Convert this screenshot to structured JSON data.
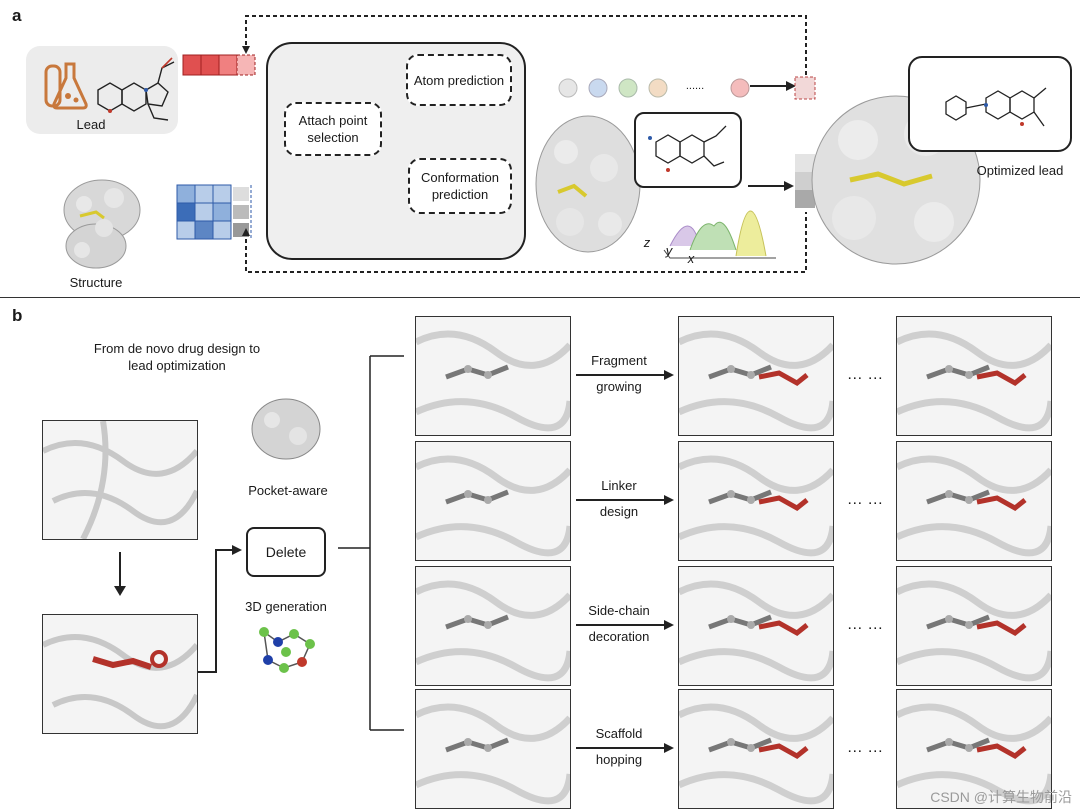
{
  "panel_a": {
    "letter": "a",
    "lead_label": "Lead",
    "structure_label": "Structure",
    "attach_label": "Attach point selection",
    "atom_label": "Atom prediction",
    "conformation_label": "Conformation prediction",
    "optimized_label": "Optimized lead",
    "axis_z": "z",
    "axis_y": "y",
    "axis_x": "x",
    "dots_label": "......",
    "token_colors": [
      "#e6e6e6",
      "#c9d9ef",
      "#cfe6c4",
      "#f3dcc4",
      "#f4bcbc"
    ]
  },
  "panel_b": {
    "letter": "b",
    "intro_label": "From de novo drug design to lead optimization",
    "pocket_label": "Pocket-aware",
    "delete_label": "Delete",
    "generation_label": "3D generation",
    "tasks": [
      {
        "line1": "Fragment",
        "line2": "growing"
      },
      {
        "line1": "Linker",
        "line2": "design"
      },
      {
        "line1": "Side-chain",
        "line2": "decoration"
      },
      {
        "line1": "Scaffold",
        "line2": "hopping"
      }
    ],
    "ellipsis": "… …"
  },
  "watermark": "CSDN @计算生物前沿",
  "colors": {
    "red": "#b3322a",
    "blue": "#3c6db8",
    "dark": "#222222",
    "protein": "#dcdcdc"
  }
}
